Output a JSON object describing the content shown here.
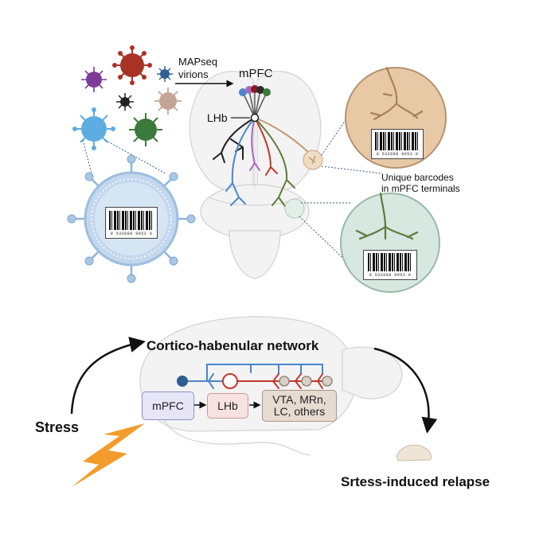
{
  "labels": {
    "mapseq_line1": "MAPseq",
    "mapseq_line2": "virions",
    "mpfc_top": "mPFC",
    "lhb_top": "LHb",
    "unique_line1": "Unique barcodes",
    "unique_line2": "in mPFC terminals",
    "network_title": "Cortico-habenular network",
    "stress": "Stress",
    "relapse": "Srtess-induced relapse"
  },
  "flow_boxes": {
    "mpfc": "mPFC",
    "lhb": "LHb",
    "targets_line1": "VTA, MRn,",
    "targets_line2": "LC, others"
  },
  "barcodes": {
    "virion": "0 532088 9953 0",
    "top_right": "0 532088 9953 0",
    "bottom_right": "0 532088 9953 0"
  },
  "colors": {
    "virus_red": "#a93226",
    "virus_purple": "#7d3c98",
    "virus_blue": "#5dade2",
    "virus_green": "#3b7a3b",
    "virus_tan": "#c4a494",
    "virus_navy": "#2e5e92",
    "axon_blue": "#4a86c8",
    "axon_green": "#5e7a3a",
    "axon_tan": "#c09a70",
    "axon_red": "#c0392b",
    "lightning": "#f39c2b"
  }
}
